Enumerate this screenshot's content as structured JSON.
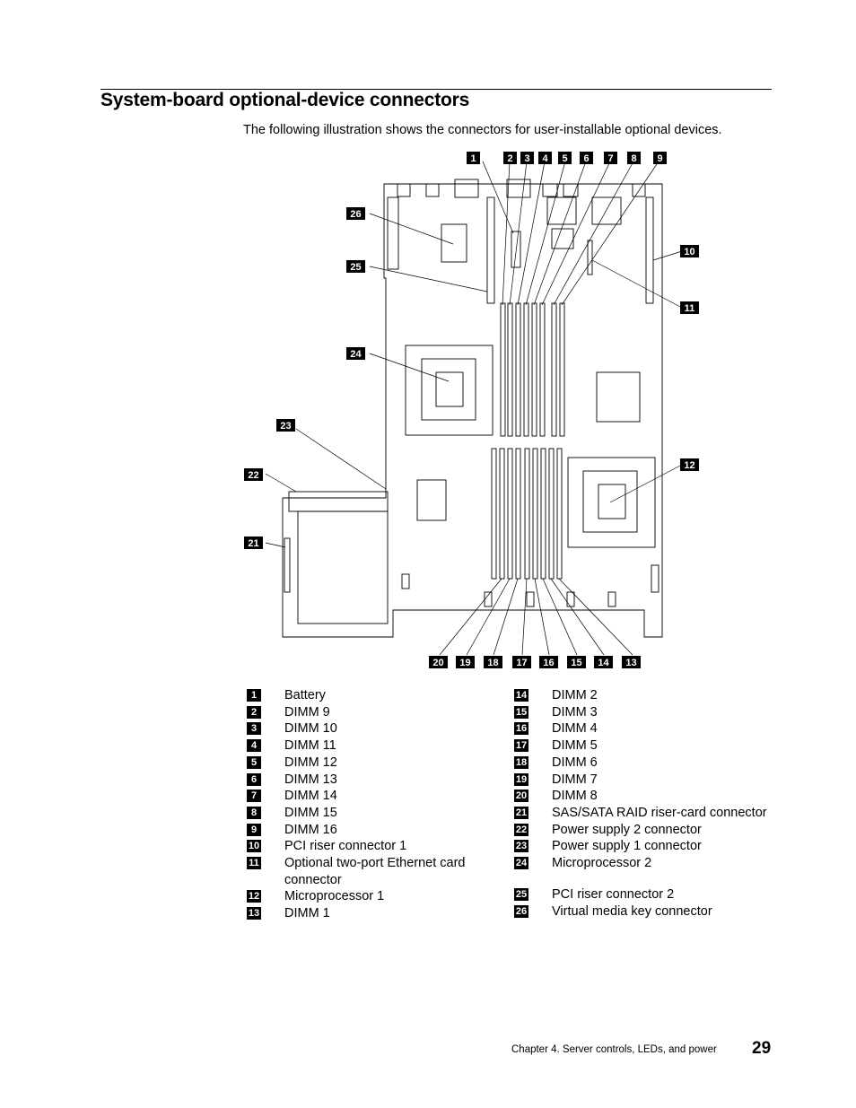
{
  "heading": "System-board optional-device connectors",
  "intro": "The following illustration shows the connectors for user-installable optional devices.",
  "callouts": [
    "1",
    "2",
    "3",
    "4",
    "5",
    "6",
    "7",
    "8",
    "9",
    "10",
    "11",
    "12",
    "13",
    "14",
    "15",
    "16",
    "17",
    "18",
    "19",
    "20",
    "21",
    "22",
    "23",
    "24",
    "25",
    "26"
  ],
  "legend_left": [
    {
      "num": "1",
      "label": "Battery"
    },
    {
      "num": "2",
      "label": "DIMM 9"
    },
    {
      "num": "3",
      "label": "DIMM 10"
    },
    {
      "num": "4",
      "label": "DIMM 11"
    },
    {
      "num": "5",
      "label": "DIMM 12"
    },
    {
      "num": "6",
      "label": "DIMM 13"
    },
    {
      "num": "7",
      "label": "DIMM 14"
    },
    {
      "num": "8",
      "label": "DIMM 15"
    },
    {
      "num": "9",
      "label": "DIMM 16"
    },
    {
      "num": "10",
      "label": "PCI riser connector 1"
    },
    {
      "num": "11",
      "label": "Optional two-port Ethernet card connector"
    },
    {
      "num": "12",
      "label": "Microprocessor 1"
    },
    {
      "num": "13",
      "label": "DIMM 1"
    }
  ],
  "legend_right": [
    {
      "num": "14",
      "label": "DIMM 2"
    },
    {
      "num": "15",
      "label": "DIMM 3"
    },
    {
      "num": "16",
      "label": "DIMM 4"
    },
    {
      "num": "17",
      "label": "DIMM 5"
    },
    {
      "num": "18",
      "label": "DIMM 6"
    },
    {
      "num": "19",
      "label": "DIMM 7"
    },
    {
      "num": "20",
      "label": "DIMM 8"
    },
    {
      "num": "21",
      "label": "SAS/SATA RAID riser-card connector"
    },
    {
      "num": "22",
      "label": "Power supply 2 connector"
    },
    {
      "num": "23",
      "label": "Power supply 1 connector"
    },
    {
      "num": "24",
      "label": "Microprocessor 2"
    },
    {
      "num": "25",
      "label": "PCI riser connector 2"
    },
    {
      "num": "26",
      "label": "Virtual media key connector"
    }
  ],
  "footer": {
    "chapter": "Chapter 4. Server controls, LEDs, and power",
    "page_number": "29"
  }
}
